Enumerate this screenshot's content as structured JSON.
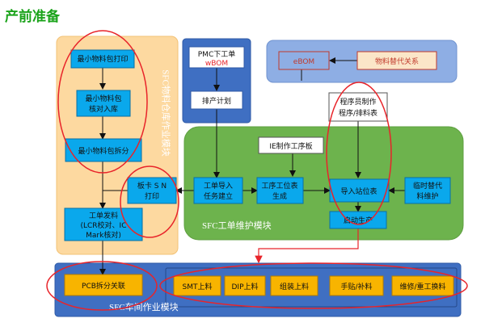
{
  "title": "产前准备",
  "modules": {
    "warehouse": "SFC物料仓库作业模块",
    "workorder": "SFC工单维护模块",
    "workshop": "SFC车间作业模块"
  },
  "nodes": {
    "min_pack_print": "最小物料包打印",
    "min_pack_check_l1": "最小物料包",
    "min_pack_check_l2": "核对入库",
    "min_pack_split": "最小物料包拆分",
    "board_sn_l1": "板卡 S N",
    "board_sn_l2": "打印",
    "issue_l1": "工单发料",
    "issue_l2": "(LCR校对、IC",
    "issue_l3": "Mark核对)",
    "pmc_l1": "PMC下工单",
    "pmc_l2": "wBOM",
    "schedule": "排产计划",
    "ebom": "eBOM",
    "substitute_rel": "物料替代关系",
    "programmer_l1": "程序员制作",
    "programmer_l2": "程序/排料表",
    "ie_process": "IE制作工序板",
    "wo_import_l1": "工单导入",
    "wo_import_l2": "任务建立",
    "station_table_l1": "工序工位表",
    "station_table_l2": "生成",
    "import_station": "导入站位表",
    "temp_sub_l1": "临时替代",
    "temp_sub_l2": "料维护",
    "start_prod": "启动生产",
    "pcb_split": "PCB拆分关联",
    "smt": "SMT上料",
    "dip": "DIP上料",
    "assembly": "组装上料",
    "manual": "手贴/补料",
    "repair": "维修/重工换料"
  },
  "colors": {
    "warehouse_bg": "#fdd9a0",
    "workorder_bg": "#6db34d",
    "workshop_bg": "#3f6fc2",
    "top_bg": "#8eaee4",
    "node_blue": "#0aa8ec",
    "node_orange": "#f8b400",
    "highlight_red": "#e8242a"
  }
}
